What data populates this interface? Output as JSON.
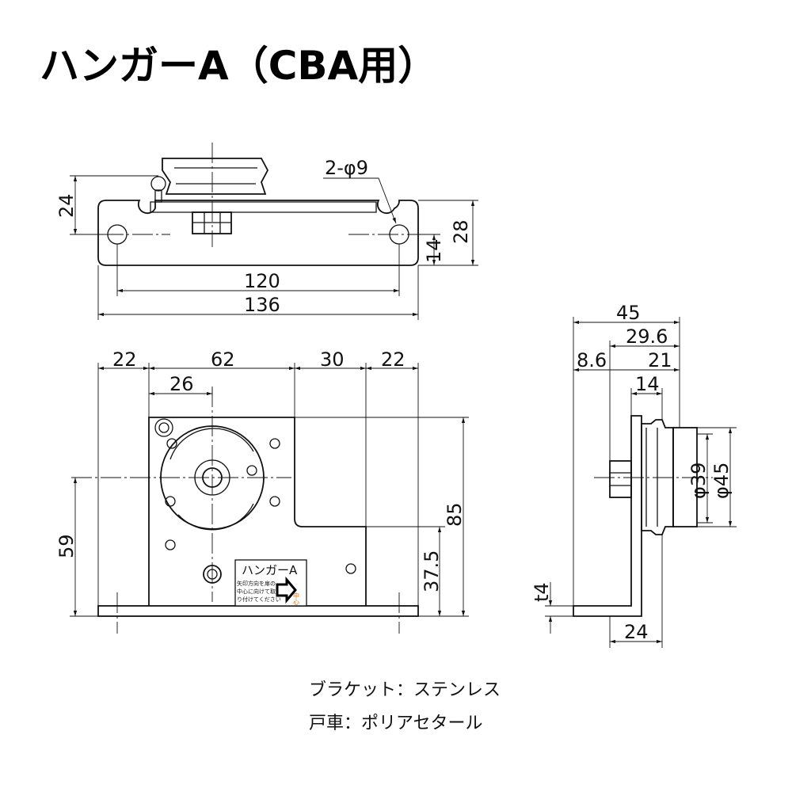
{
  "title": "ハンガーA（CBA用）",
  "top_view": {
    "hole_label": "2-φ9",
    "dims": {
      "d24": "24",
      "d28": "28",
      "d14": "14",
      "d120": "120",
      "d136": "136"
    }
  },
  "front_view": {
    "dims": {
      "d22a": "22",
      "d62": "62",
      "d30": "30",
      "d22b": "22",
      "d26": "26",
      "d59": "59",
      "d37_5": "37.5",
      "d85": "85"
    },
    "label_sticker": {
      "title": "ハンガーA",
      "line1": "矢印方向を扉の",
      "line2": "中心に向けて取",
      "line3": "り付けてください",
      "center_text": "中心",
      "center_color": "#e07000"
    }
  },
  "side_view": {
    "dims": {
      "d45": "45",
      "d29_6": "29.6",
      "d8_6": "8.6",
      "d21": "21",
      "d14": "14",
      "phi39": "φ39",
      "phi45": "φ45",
      "t4": "t4",
      "d24": "24"
    }
  },
  "notes": {
    "bracket": "ブラケット：ステンレス",
    "roller": "戸車：ポリアセタール"
  }
}
